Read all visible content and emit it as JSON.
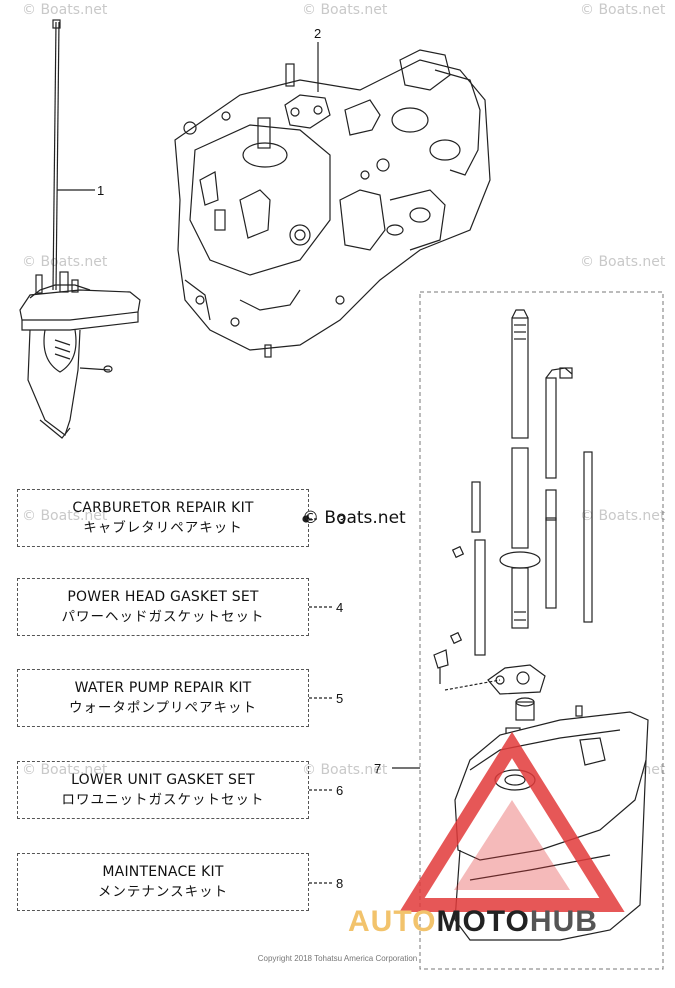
{
  "watermark": "© Boats.net",
  "boats_label": "© Boats.net",
  "callouts": {
    "c1": "1",
    "c2": "2",
    "c3": "3",
    "c4": "4",
    "c5": "5",
    "c6": "6",
    "c7": "7",
    "c8": "8"
  },
  "kits": [
    {
      "en": "CARBURETOR REPAIR KIT",
      "jp": "キャブレタリペアキット"
    },
    {
      "en": "POWER HEAD GASKET SET",
      "jp": "パワーヘッドガスケットセット"
    },
    {
      "en": "WATER PUMP REPAIR KIT",
      "jp": "ウォータポンプリペアキット"
    },
    {
      "en": "LOWER UNIT GASKET SET",
      "jp": "ロワユニットガスケットセット"
    },
    {
      "en": "MAINTENACE KIT",
      "jp": "メンテナンスキット"
    }
  ],
  "copyright": "Copyright 2018 Tohatsu America Corporation",
  "brand": {
    "part1": "AUTO",
    "part2": "MOTO",
    "part3": "HUB"
  },
  "colors": {
    "accent_red": "#e23a3a",
    "brand_gold": "#f2c36c",
    "line": "#222222"
  }
}
